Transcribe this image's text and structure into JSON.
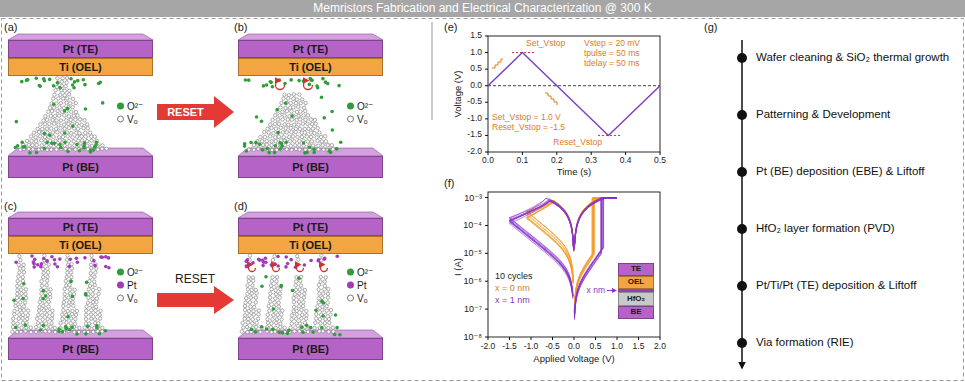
{
  "diagram": {
    "title": "Memristors Fabrication and Electrical Characterization @ 300 K",
    "nodes": [
      {
        "text": [
          "Pt (TE)"
        ]
      },
      {
        "text": [
          "Ti (OEL)"
        ]
      },
      {
        "text": [
          "Pt (BE)"
        ]
      },
      {
        "text": [
          "Pt (TE)"
        ]
      },
      {
        "text": [
          "Ti (OEL)"
        ]
      },
      {
        "text": [
          "Pt (BE)"
        ]
      },
      {
        "text": [
          "Pt (TE)"
        ]
      },
      {
        "text": [
          "Ti (OEL)"
        ]
      },
      {
        "text": [
          "Pt (BE)"
        ]
      },
      {
        "text": [
          "Pt (TE)"
        ]
      },
      {
        "text": [
          "Ti (OEL)"
        ]
      },
      {
        "text": [
          "Pt (BE)"
        ]
      },
      {
        "text": [
          "TE"
        ]
      },
      {
        "text": [
          "OEL"
        ]
      },
      {
        "text": [
          "HfO₂"
        ]
      },
      {
        "text": [
          "BE"
        ]
      }
    ],
    "labels": [
      "(a)",
      "(b)",
      "(c)",
      "(d)",
      "RESET",
      "RESET",
      "(e)",
      "1.5",
      "1.0",
      "0.5",
      "0.0",
      "-0.5",
      "-1.0",
      "-1.5",
      "-2.0",
      "Voltage (V)",
      "0.0",
      "0.1",
      "0.2",
      "0.3",
      "0.4",
      "0.5",
      "Time (s)",
      "Set_Vstop",
      "Reset_Vstop",
      "Vstep = 20 mV",
      "tpulse = 50 ms",
      "tdelay = 50 ms",
      "Set_Vstop = 1.0 V",
      "Reset_Vstop = -1.5",
      "(f)",
      "10⁻³",
      "10⁻⁴",
      "10⁻⁵",
      "10⁻⁶",
      "10⁻⁷",
      "10⁻⁸",
      "I (A)",
      "-2.0",
      "-1.5",
      "-1.0",
      "-0.5",
      "0.0",
      "0.5",
      "1.0",
      "1.5",
      "2.0",
      "Applied Voltage (V)",
      "10 cycles",
      "x = 0 nm",
      "x = 1 nm",
      "x nm",
      "(g)",
      "Wafer cleaning & SiO₂ thermal growth",
      "Patterning & Development",
      "Pt (BE) deposition (EBE) & Liftoff",
      "HfO₂ layer formation (PVD)",
      "Pt/Ti/Pt (TE) deposition & Liftoff",
      "Via formation (RIE)"
    ],
    "legend": [
      {
        "text": "O²⁻",
        "color": "#2e9d3a"
      },
      {
        "text": "Vₒ"
      },
      {
        "text": "O²⁻",
        "color": "#2e9d3a"
      },
      {
        "text": "Vₒ"
      },
      {
        "text": "O²⁻",
        "color": "#2e9d3a"
      },
      {
        "text": "Pt",
        "color": "#a03cb8"
      },
      {
        "text": "Vₒ"
      },
      {
        "text": "O²⁻",
        "color": "#2e9d3a"
      },
      {
        "text": "Pt",
        "color": "#a03cb8"
      },
      {
        "text": "Vₒ"
      }
    ]
  }
}
